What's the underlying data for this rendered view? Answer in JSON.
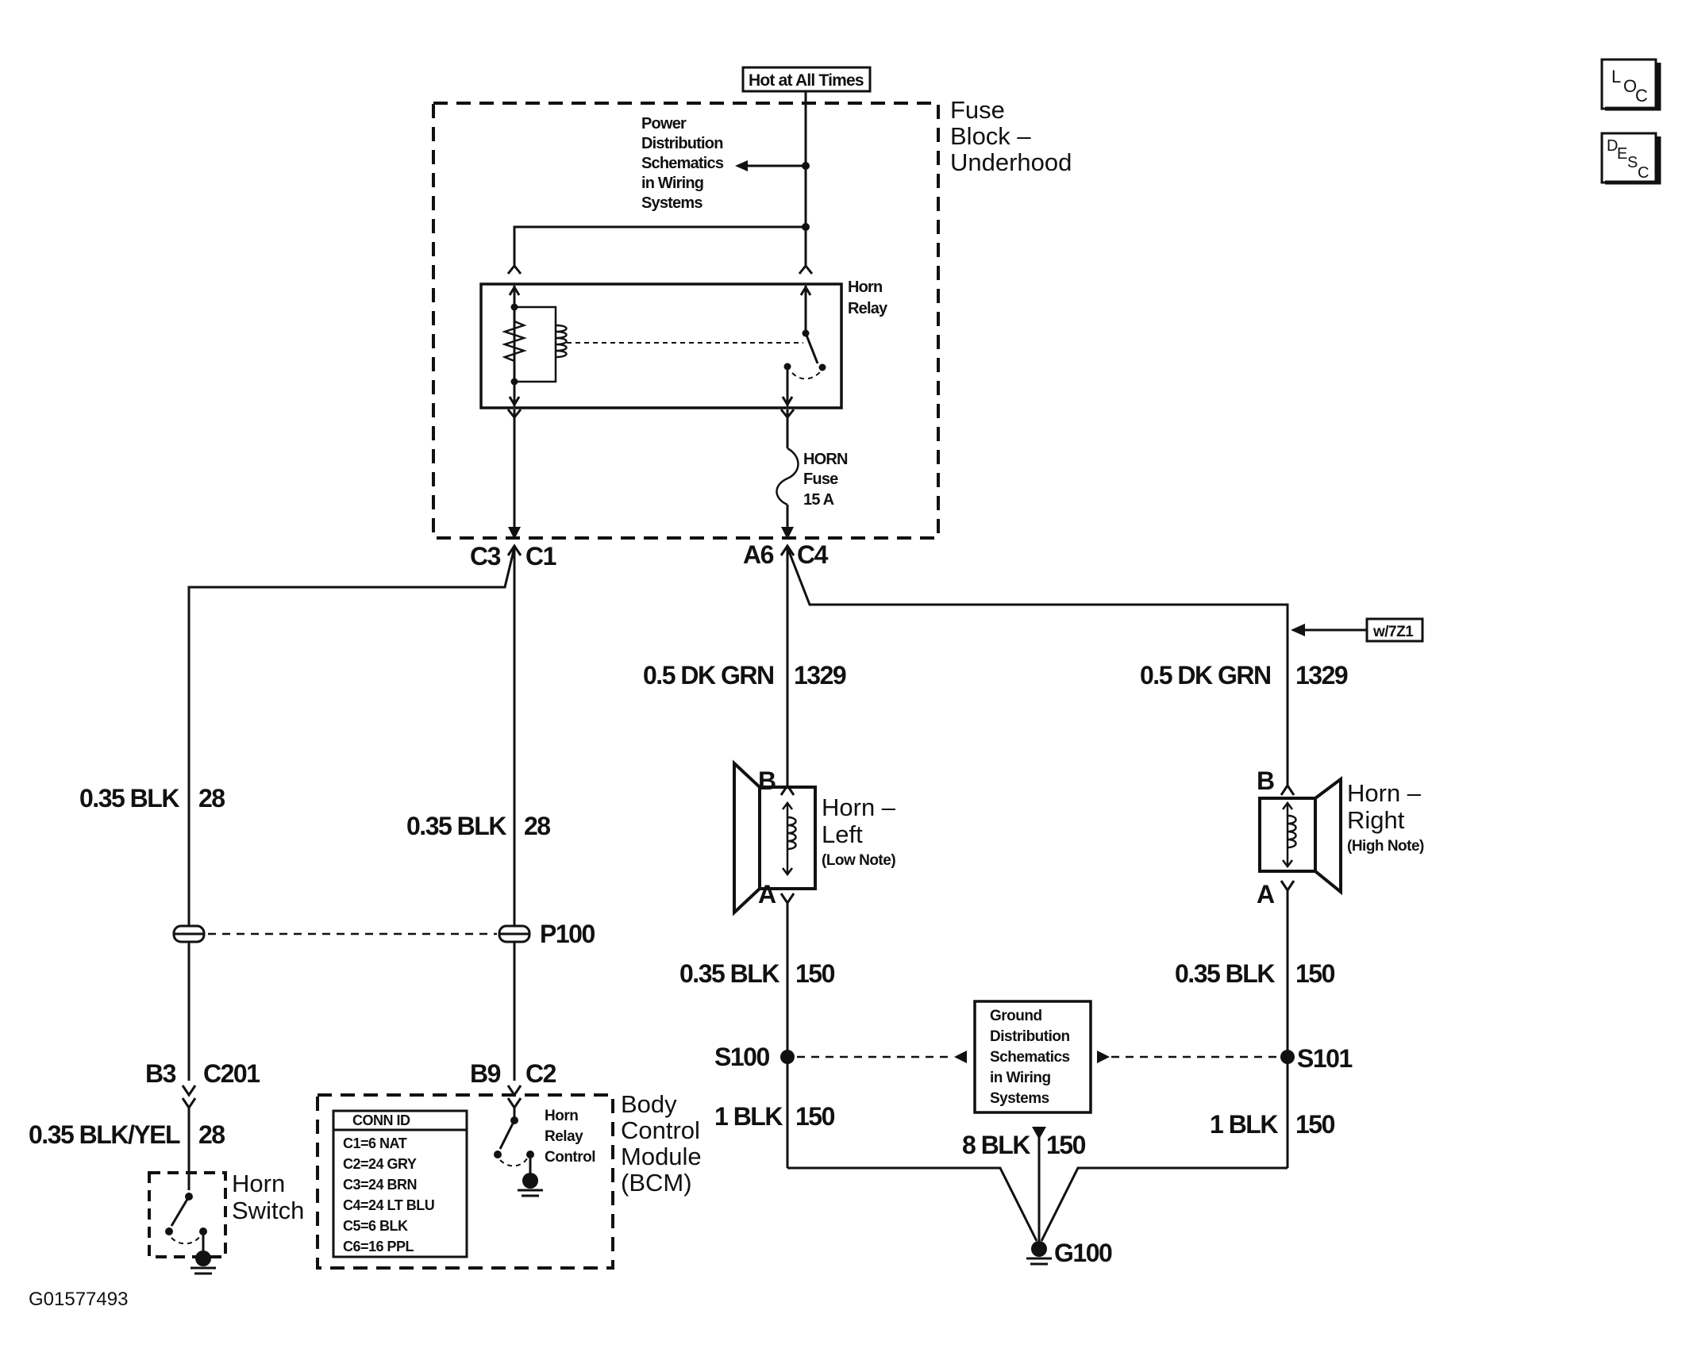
{
  "hot_label": "Hot at All Times",
  "fuse_block": {
    "line1": "Fuse",
    "line2": "Block –",
    "line3": "Underhood"
  },
  "power_dist": [
    "Power",
    "Distribution",
    "Schematics",
    "in Wiring",
    "Systems"
  ],
  "horn_relay": [
    "Horn",
    "Relay"
  ],
  "horn_fuse": [
    "HORN",
    "Fuse",
    "15 A"
  ],
  "connectors": {
    "c3": "C3",
    "c1": "C1",
    "a6": "A6",
    "c4": "C4",
    "p100": "P100",
    "b3": "B3",
    "c201": "C201",
    "b9": "B9",
    "c2": "C2",
    "hl_b": "B",
    "hl_a": "A",
    "hr_b": "B",
    "hr_a": "A"
  },
  "w7z1": "w/7Z1",
  "wires": {
    "dkgrn_left": "0.5 DK GRN",
    "dkgrn_left_num": "1329",
    "dkgrn_right": "0.5 DK GRN",
    "dkgrn_right_num": "1329",
    "blk_sw": "0.35 BLK",
    "blk_sw_num": "28",
    "blk_bcm": "0.35 BLK",
    "blk_bcm_num": "28",
    "blkyel": "0.35 BLK/YEL",
    "blkyel_num": "28",
    "blk150_l": "0.35 BLK",
    "blk150_l_num": "150",
    "blk150_r": "0.35 BLK",
    "blk150_r_num": "150",
    "one_blk_l": "1 BLK",
    "one_blk_l_num": "150",
    "one_blk_r": "1 BLK",
    "one_blk_r_num": "150",
    "eight_blk": "8 BLK",
    "eight_blk_num": "150"
  },
  "horn_left": {
    "line1": "Horn –",
    "line2": "Left",
    "note": "(Low Note)"
  },
  "horn_right": {
    "line1": "Horn –",
    "line2": "Right",
    "note": "(High Note)"
  },
  "splices": {
    "s100": "S100",
    "s101": "S101",
    "g100": "G100"
  },
  "ground_dist": [
    "Ground",
    "Distribution",
    "Schematics",
    "in Wiring",
    "Systems"
  ],
  "horn_switch": [
    "Horn",
    "Switch"
  ],
  "bcm": {
    "lines": [
      "Body",
      "Control",
      "Module",
      "(BCM)"
    ]
  },
  "horn_relay_control": [
    "Horn",
    "Relay",
    "Control"
  ],
  "conn_table": {
    "header": "CONN ID",
    "rows": [
      "C1=6 NAT",
      "C2=24 GRY",
      "C3=24 BRN",
      "C4=24 LT BLU",
      "C5=6 BLK",
      "C6=16 PPL"
    ]
  },
  "loc_icon": {
    "a": "L",
    "b": "O",
    "c": "C"
  },
  "desc_icon": {
    "a": "D",
    "b": "E",
    "c": "S",
    "d": "C"
  },
  "figure_id": "G01577493"
}
